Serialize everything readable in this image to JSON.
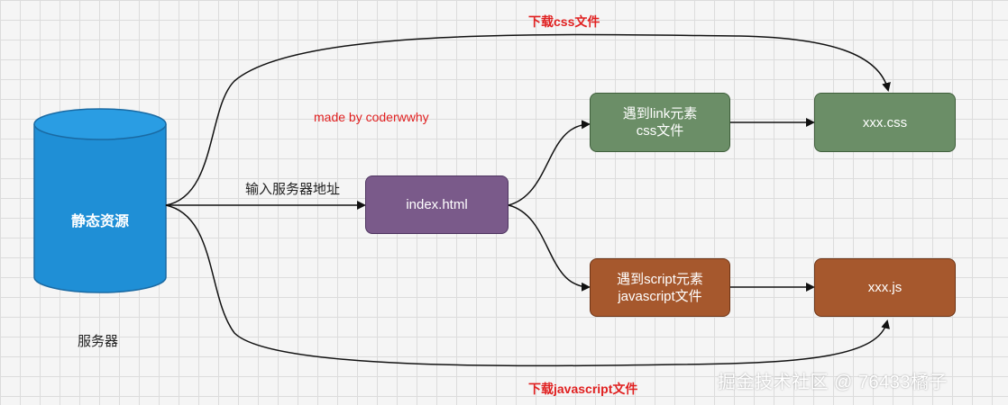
{
  "title_top": "下载css文件",
  "title_bottom": "下载javascript文件",
  "credit": "made by coderwwhy",
  "server": {
    "label": "静态资源",
    "caption": "服务器",
    "color": "#1f8fd6"
  },
  "edge_label": "输入服务器地址",
  "nodes": {
    "index": "index.html",
    "link": "遇到link元素\ncss文件",
    "css": "xxx.css",
    "script": "遇到script元素\njavascript文件",
    "js": "xxx.js"
  },
  "watermark": "掘金技术社区 @ 76433橘子",
  "colors": {
    "green": "#6b8e67",
    "purple": "#7a5a8a",
    "brown": "#a6582d",
    "red_text": "#e02020"
  }
}
